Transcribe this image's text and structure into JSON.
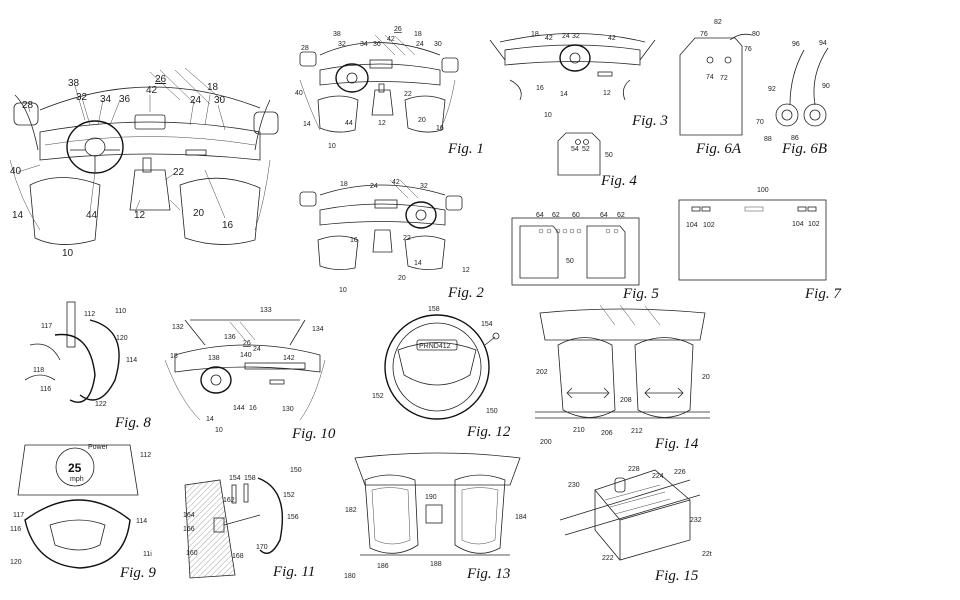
{
  "figures": {
    "fig1": {
      "label": "Fig. 1",
      "numbers": [
        "38",
        "32",
        "34",
        "26",
        "42",
        "24",
        "30",
        "28",
        "40",
        "22",
        "44",
        "12",
        "20",
        "16",
        "14",
        "10",
        "18",
        "36"
      ]
    },
    "fig1_large": {
      "numbers": [
        "38",
        "32",
        "34",
        "36",
        "26",
        "42",
        "24",
        "18",
        "30",
        "28",
        "40",
        "22",
        "14",
        "44",
        "12",
        "20",
        "16",
        "10"
      ]
    },
    "fig2": {
      "label": "Fig. 2",
      "numbers": [
        "18",
        "24",
        "42",
        "32",
        "16",
        "22",
        "14",
        "12",
        "20",
        "10"
      ]
    },
    "fig3": {
      "label": "Fig. 3",
      "numbers": [
        "18",
        "42",
        "24",
        "32",
        "42",
        "16",
        "14",
        "12",
        "10"
      ]
    },
    "fig4": {
      "label": "Fig. 4",
      "numbers": [
        "54",
        "52",
        "50"
      ]
    },
    "fig5": {
      "label": "Fig. 5",
      "numbers": [
        "64",
        "62",
        "60",
        "64",
        "62",
        "50"
      ]
    },
    "fig6a": {
      "label": "Fig. 6A",
      "numbers": [
        "82",
        "76",
        "80",
        "76",
        "74",
        "72",
        "70"
      ]
    },
    "fig6b": {
      "label": "Fig. 6B",
      "numbers": [
        "96",
        "94",
        "92",
        "90",
        "88",
        "86"
      ]
    },
    "fig7": {
      "label": "Fig. 7",
      "numbers": [
        "100",
        "104",
        "102",
        "104",
        "102"
      ]
    },
    "fig8": {
      "label": "Fig. 8",
      "numbers": [
        "112",
        "110",
        "117",
        "120",
        "114",
        "118",
        "116",
        "122"
      ]
    },
    "fig9": {
      "label": "Fig. 9",
      "numbers": [
        "112",
        "117",
        "116",
        "114",
        "120",
        "11i"
      ],
      "speed": "25",
      "unit": "mph",
      "power": "Power"
    },
    "fig10": {
      "label": "Fig. 10",
      "numbers": [
        "133",
        "132",
        "134",
        "136",
        "26",
        "18",
        "138",
        "140",
        "24",
        "142",
        "144",
        "16",
        "130",
        "14",
        "10"
      ]
    },
    "fig11": {
      "label": "Fig. 11",
      "numbers": [
        "150",
        "154",
        "158",
        "162",
        "152",
        "164",
        "166",
        "156",
        "160",
        "168",
        "170"
      ]
    },
    "fig12": {
      "label": "Fig. 12",
      "numbers": [
        "158",
        "154",
        "152",
        "150"
      ],
      "display": "PRND412"
    },
    "fig13": {
      "label": "Fig. 13",
      "numbers": [
        "182",
        "190",
        "184",
        "180",
        "186",
        "188"
      ]
    },
    "fig14": {
      "label": "Fig. 14",
      "numbers": [
        "202",
        "20",
        "208",
        "200",
        "210",
        "206",
        "212"
      ]
    },
    "fig15": {
      "label": "Fig. 15",
      "numbers": [
        "228",
        "224",
        "226",
        "230",
        "232",
        "222",
        "22t"
      ]
    }
  }
}
